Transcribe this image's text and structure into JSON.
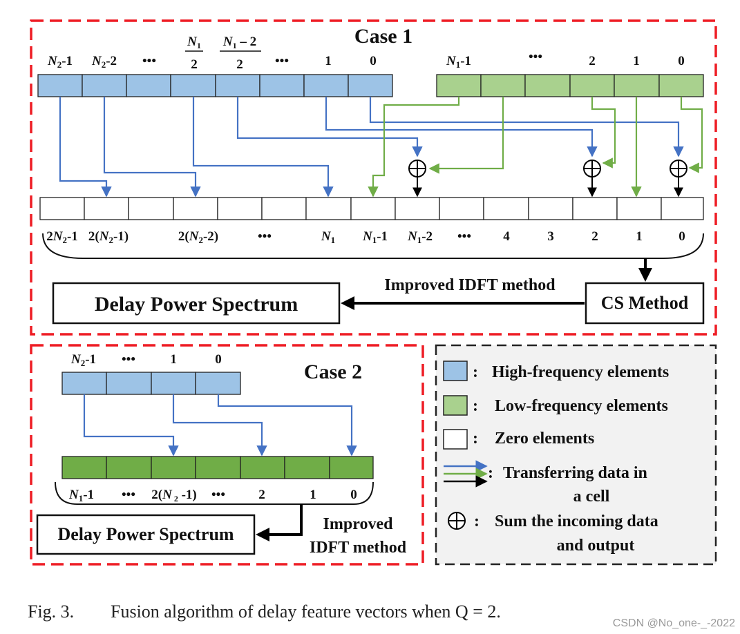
{
  "case1": {
    "title": "Case 1",
    "hf_labels": [
      "N2-1",
      "N2-2",
      "•••",
      "N1/2",
      "(N1-2)/2",
      "•••",
      "1",
      "0"
    ],
    "lf_labels": [
      "N1-1",
      "•••",
      "2",
      "1",
      "0"
    ],
    "out_labels": [
      "2N2-1",
      "2(N2-1)",
      "2(N2-2)",
      "•••",
      "N1",
      "N1-1",
      "N1-2",
      "•••",
      "4",
      "3",
      "2",
      "1",
      "0"
    ],
    "method_label": "Improved IDFT method",
    "cs_box": "CS Method",
    "dps_box": "Delay Power Spectrum"
  },
  "case2": {
    "title": "Case 2",
    "hf_labels": [
      "N2-1",
      "•••",
      "1",
      "0"
    ],
    "out_labels": [
      "N1-1",
      "•••",
      "2(N2-1)",
      "•••",
      "2",
      "1",
      "0"
    ],
    "method_line1": "Improved",
    "method_line2": "IDFT method",
    "dps_box": "Delay Power Spectrum"
  },
  "legend": {
    "hf": "High-frequency elements",
    "lf": "Low-frequency elements",
    "zero": "Zero elements",
    "transfer_line1": "Transferring data in",
    "transfer_line2": "a cell",
    "sum_line1": "Sum the incoming data",
    "sum_line2": "and output"
  },
  "caption": {
    "label": "Fig. 3.",
    "text": "Fusion algorithm of delay feature vectors when Q = 2."
  },
  "watermark": "CSDN @No_one-_-2022",
  "colors": {
    "hf_fill": "#9dc3e6",
    "lf_fill": "#a9d18e",
    "lf_dark_fill": "#70ad47",
    "blue_line": "#4472c4",
    "green_line": "#70ad47",
    "dash_red": "#ee1c24",
    "legend_bg": "#f2f2f2"
  }
}
